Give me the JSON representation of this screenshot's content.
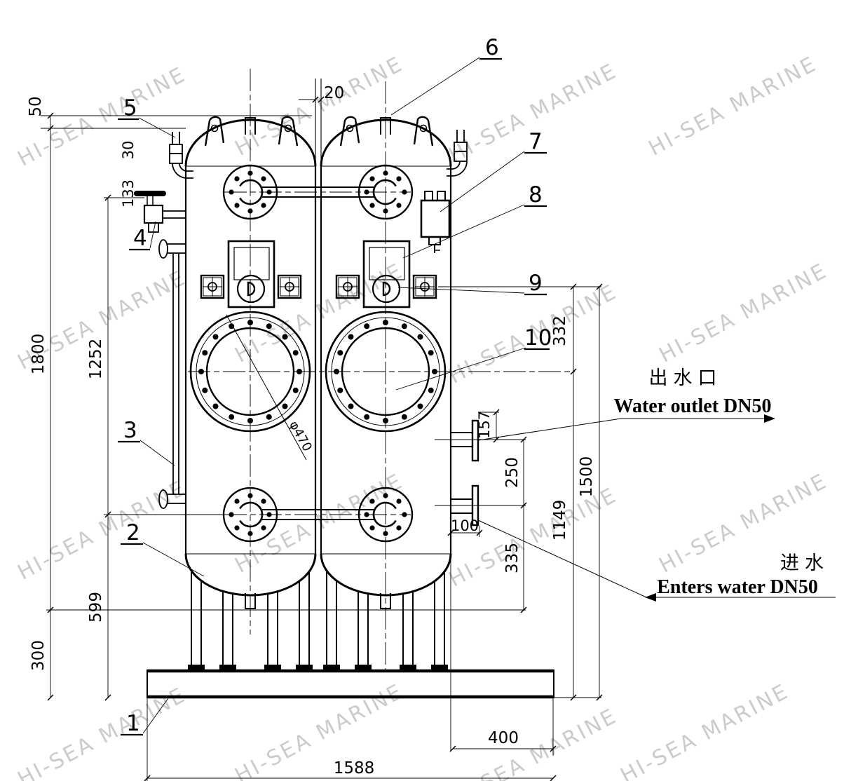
{
  "watermark": {
    "text": "HI-SEA MARINE"
  },
  "items": {
    "i1": "1",
    "i2": "2",
    "i3": "3",
    "i4": "4",
    "i5": "5",
    "i6": "6",
    "i7": "7",
    "i8": "8",
    "i9": "9",
    "i10": "10"
  },
  "dims": {
    "d20": "20",
    "d30": "30",
    "d50": "50",
    "d100": "100",
    "d133": "133",
    "d157": "157",
    "d250": "250",
    "d300": "300",
    "d332": "332",
    "d335": "335",
    "d400": "400",
    "d599": "599",
    "d1149": "1149",
    "d1252": "1252",
    "d1500": "1500",
    "d1588": "1588",
    "d1800": "1800",
    "phi": "φ470"
  },
  "annotations": {
    "outlet_cn": "出水口",
    "outlet_en": "Water outlet DN50",
    "inlet_cn": "进水",
    "inlet_en": "Enters water DN50"
  }
}
